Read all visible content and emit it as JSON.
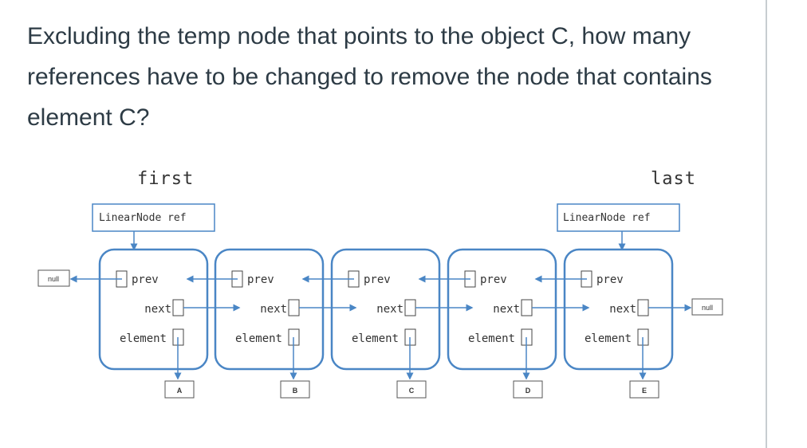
{
  "question": "Excluding the temp node that points to the object C, how many references have to be changed to remove the node that contains element C?",
  "diagram": {
    "first_label": "first",
    "last_label": "last",
    "first_ref_label": "LinearNode ref",
    "last_ref_label": "LinearNode ref",
    "null_left": "null",
    "null_right": "null",
    "field_prev": "prev",
    "field_next": "next",
    "field_element": "element",
    "elements": [
      "A",
      "B",
      "C",
      "D",
      "E"
    ],
    "colors": {
      "node_border": "#4a86c5",
      "arrow": "#4a86c5",
      "text": "#333333"
    }
  }
}
